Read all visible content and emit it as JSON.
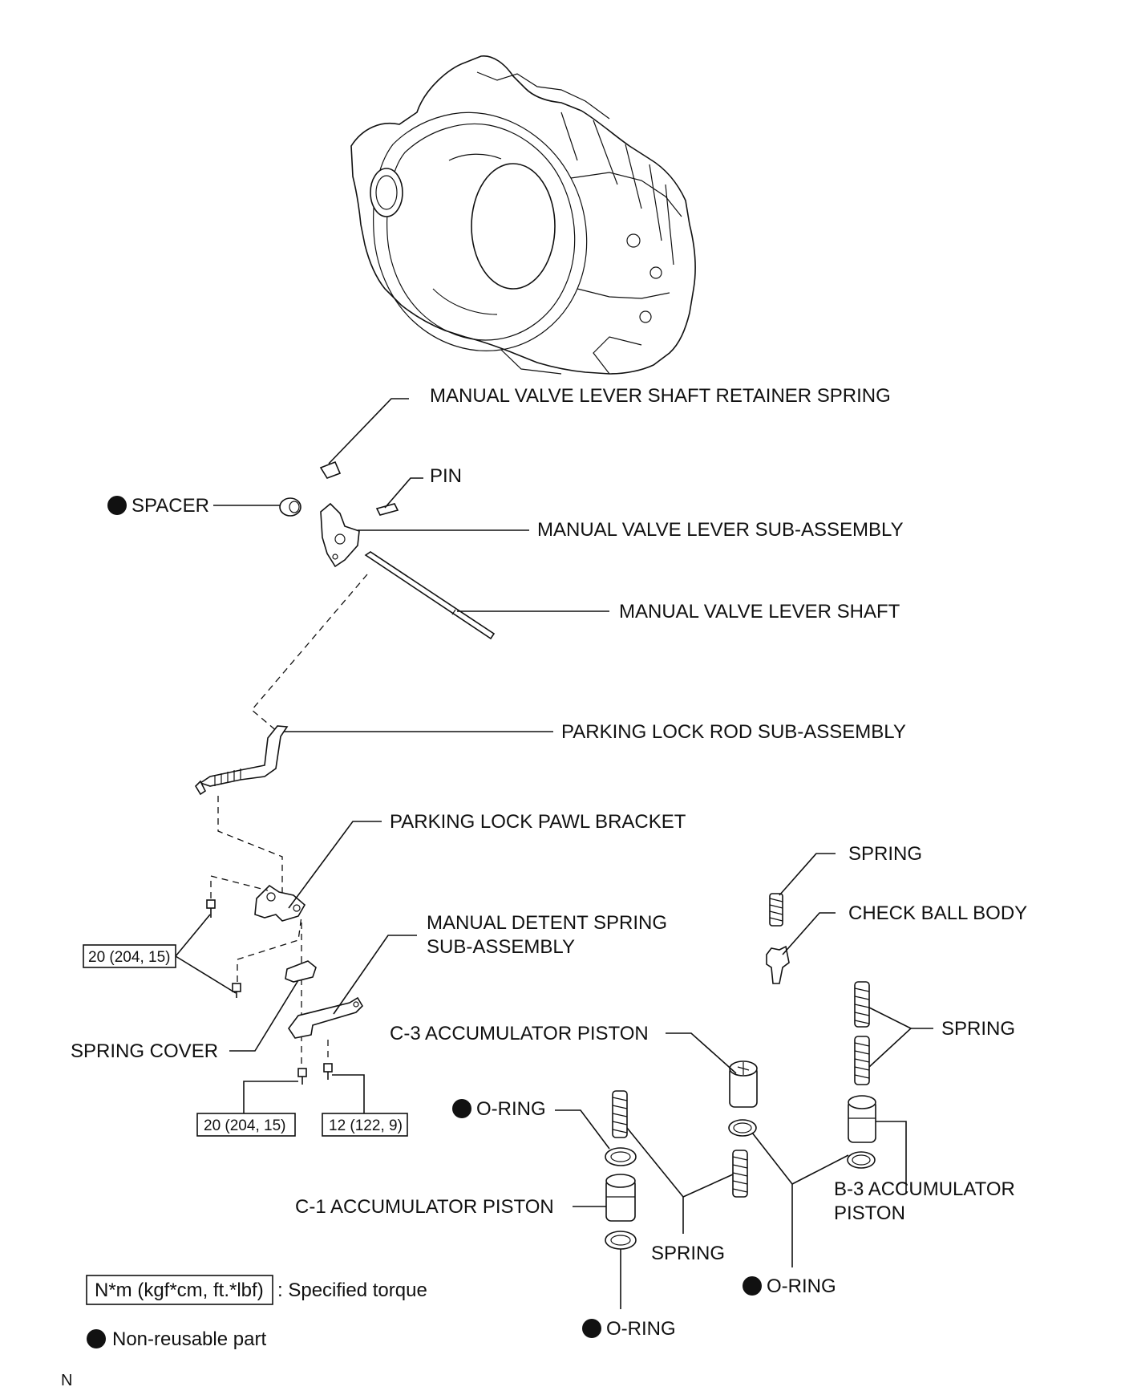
{
  "labels": {
    "retainer_spring": "MANUAL VALVE LEVER SHAFT RETAINER SPRING",
    "pin": "PIN",
    "spacer": "SPACER",
    "lever_sub_assembly": "MANUAL VALVE LEVER SUB-ASSEMBLY",
    "lever_shaft": "MANUAL VALVE LEVER SHAFT",
    "parking_lock_rod": "PARKING LOCK ROD SUB-ASSEMBLY",
    "parking_lock_pawl_bracket": "PARKING LOCK PAWL BRACKET",
    "detent_spring_line1": "MANUAL DETENT SPRING",
    "detent_spring_line2": "SUB-ASSEMBLY",
    "spring_cover": "SPRING COVER",
    "spring_top": "SPRING",
    "check_ball_body": "CHECK BALL BODY",
    "spring_b3": "SPRING",
    "c3_accumulator_piston": "C-3 ACCUMULATOR PISTON",
    "o_ring_c1_upper": "O-RING",
    "c1_accumulator_piston": "C-1 ACCUMULATOR PISTON",
    "b3_line1": "B-3 ACCUMULATOR",
    "b3_line2": "PISTON",
    "spring_lower": "SPRING",
    "o_ring_c3_b3": "O-RING",
    "o_ring_c1_lower": "O-RING"
  },
  "torque": {
    "bracket_bolts": "20 (204, 15)",
    "detent_bolt_left": "20 (204, 15)",
    "detent_bolt_right": "12 (122, 9)"
  },
  "legend": {
    "torque_unit": "N*m (kgf*cm, ft.*lbf)",
    "torque_desc": ": Specified torque",
    "non_reusable": "Non-reusable part"
  },
  "footer_code": "N"
}
